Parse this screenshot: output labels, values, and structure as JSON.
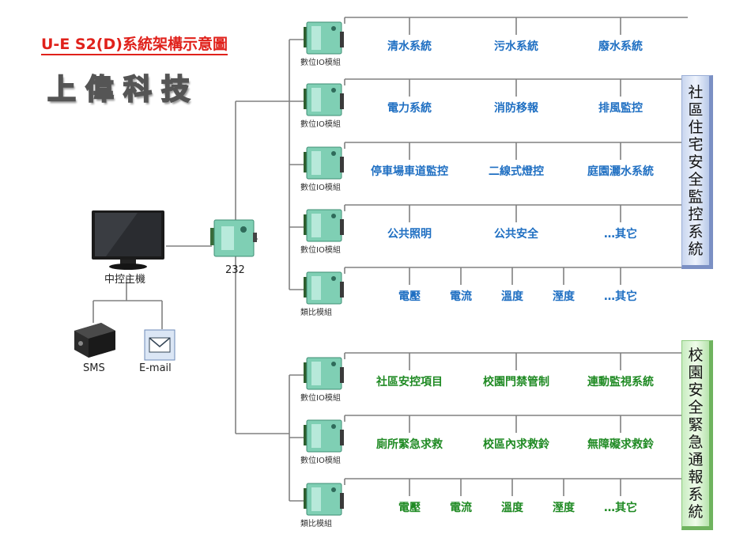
{
  "title": "U-E S2(D)系統架構示意圖",
  "company": "上偉科技",
  "host_label": "中控主機",
  "converter_label": "232",
  "sms_label": "SMS",
  "email_label": "E-mail",
  "colors": {
    "title": "#e0211b",
    "blue_text": "#1f6fc2",
    "green_text": "#1f8a23",
    "line": "#808080"
  },
  "community_box": "社區住宅安全監控系統",
  "campus_box": "校園安全緊急通報系統",
  "rows": [
    {
      "module": "數位IO模組",
      "color": "blue",
      "items": [
        "清水系統",
        "污水系統",
        "廢水系統"
      ]
    },
    {
      "module": "數位IO模組",
      "color": "blue",
      "items": [
        "電力系統",
        "消防移報",
        "排風監控"
      ]
    },
    {
      "module": "數位IO模組",
      "color": "blue",
      "items": [
        "停車場車道監控",
        "二線式燈控",
        "庭園灑水系統"
      ]
    },
    {
      "module": "數位IO模組",
      "color": "blue",
      "items": [
        "公共照明",
        "公共安全",
        "…其它"
      ]
    },
    {
      "module": "類比模組",
      "color": "blue",
      "items": [
        "電壓",
        "電流",
        "溫度",
        "溼度",
        "…其它"
      ]
    },
    {
      "module": "數位IO模組",
      "color": "green",
      "items": [
        "社區安控項目",
        "校園門禁管制",
        "連動監視系統"
      ]
    },
    {
      "module": "數位IO模組",
      "color": "green",
      "items": [
        "廁所緊急求救",
        "校區內求救鈴",
        "無障礙求救鈴"
      ]
    },
    {
      "module": "類比模組",
      "color": "green",
      "items": [
        "電壓",
        "電流",
        "溫度",
        "溼度",
        "…其它"
      ]
    }
  ]
}
